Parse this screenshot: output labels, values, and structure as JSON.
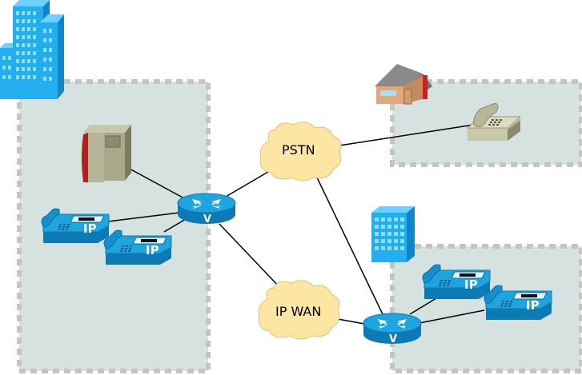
{
  "clouds": {
    "pstn_label": "PSTN",
    "ipwan_label": "IP WAN"
  },
  "phones": {
    "ip_label": "IP"
  },
  "routers": {
    "router_label": "V"
  },
  "colors": {
    "zone_fill": "#d6e2e0",
    "zone_border": "#c4c4c4",
    "cloud_fill": "#fde5a4",
    "cloud_stroke": "#d9b65c",
    "device_blue": "#1ea5e0",
    "device_blue_dark": "#0b7ab5",
    "building_blue": "#23aef0",
    "link": "#000000"
  },
  "icons": {
    "hq_building": "office-building-icon",
    "branch_building": "office-building-icon",
    "home": "house-icon",
    "server": "pbx-server-icon",
    "analog_phone": "analog-phone-icon",
    "ip_phone": "ip-phone-icon",
    "router": "voice-router-icon",
    "cloud": "cloud-icon"
  }
}
